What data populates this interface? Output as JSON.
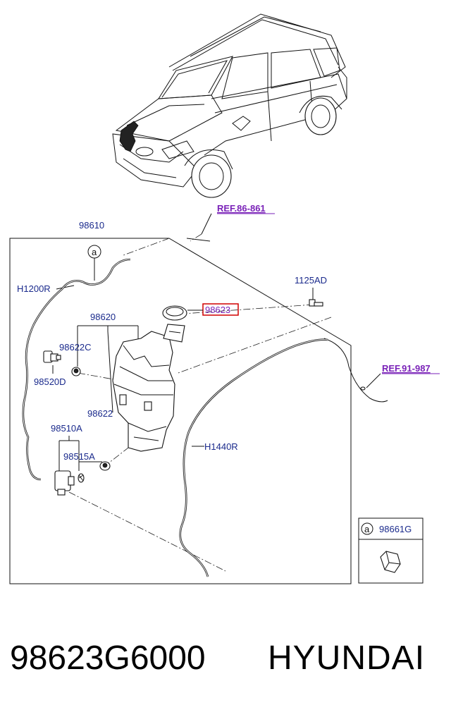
{
  "references": [
    {
      "id": "ref-86",
      "text": "REF.86-861"
    },
    {
      "id": "ref-91",
      "text": "REF.91-987"
    }
  ],
  "labels": {
    "l98610": "98610",
    "l1125AD": "1125AD",
    "lH1200R": "H1200R",
    "l98620": "98620",
    "l98623": "98623",
    "l98622C": "98622C",
    "l98520D": "98520D",
    "l98622": "98622",
    "l98510A": "98510A",
    "l98515A": "98515A",
    "lH1440R": "H1440R",
    "l98661G": "98661G",
    "callout_a": "a",
    "inset_a": "a"
  },
  "highlighted_part": "98623",
  "colors": {
    "label": "#1a2a8c",
    "reference": "#7a22b8",
    "highlight_box": "#d00000"
  },
  "footer": {
    "part_number": "98623G6000",
    "brand": "HYUNDAI"
  }
}
